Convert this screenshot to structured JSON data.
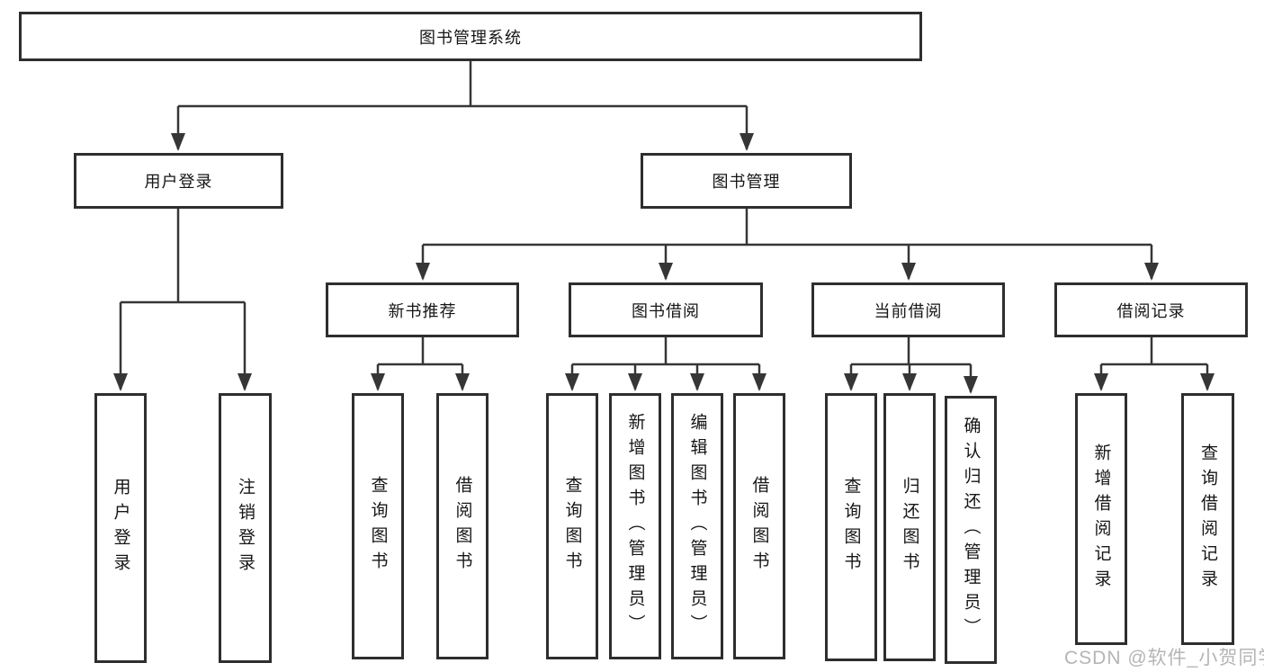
{
  "diagram": {
    "title": "图书管理系统",
    "root": {
      "label": "图书管理系统"
    },
    "level2": [
      {
        "id": "user-login",
        "label": "用户登录"
      },
      {
        "id": "book-management",
        "label": "图书管理"
      }
    ],
    "level3": [
      {
        "id": "new-book-recommend",
        "label": "新书推荐"
      },
      {
        "id": "book-borrow",
        "label": "图书借阅"
      },
      {
        "id": "current-borrow",
        "label": "当前借阅"
      },
      {
        "id": "borrow-records",
        "label": "借阅记录"
      }
    ],
    "leaves": {
      "user_login": [
        "用户登录",
        "注销登录"
      ],
      "new_book_recommend": [
        "查询图书",
        "借阅图书"
      ],
      "book_borrow": [
        "查询图书",
        "新增图书（管理员）",
        "编辑图书（管理员）",
        "借阅图书"
      ],
      "current_borrow": [
        "查询图书",
        "归还图书",
        "确认归还（管理员）"
      ],
      "borrow_records": [
        "新增借阅记录",
        "查询借阅记录"
      ]
    }
  },
  "watermark": "CSDN @软件_小贺同学",
  "colors": {
    "line": "#363636",
    "border": "#2e2e2e",
    "text": "#161616",
    "watermark": "#b5b5b5",
    "background": "#ffffff"
  }
}
